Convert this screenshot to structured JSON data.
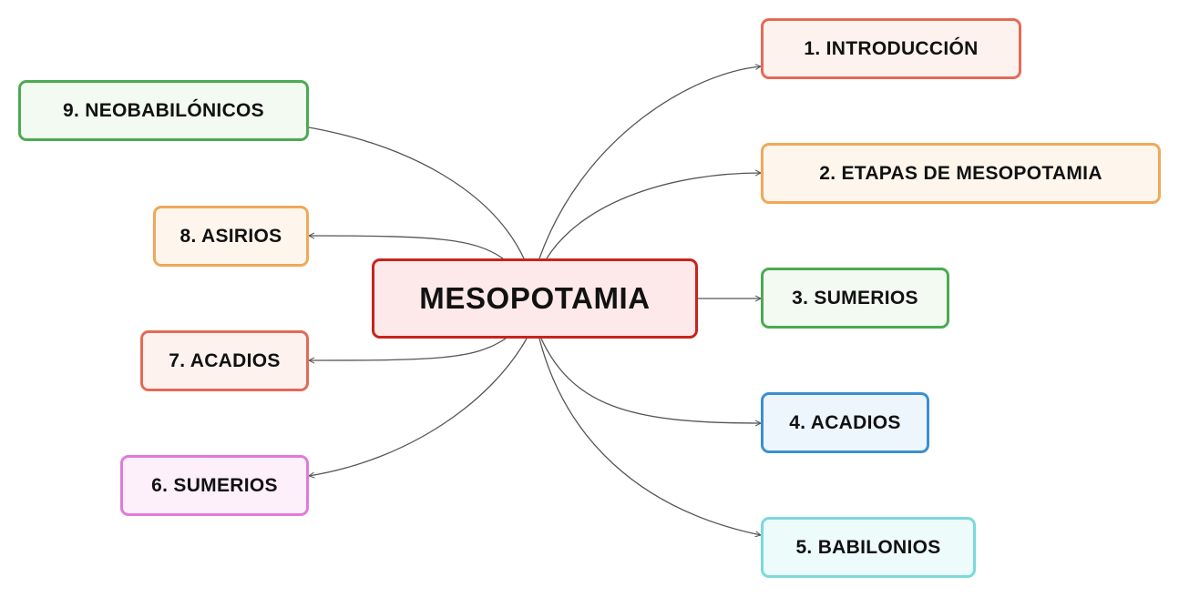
{
  "root": {
    "label": "MESOPOTAMIA",
    "fill": "#fde9e9",
    "border": "#c8231e"
  },
  "topics": [
    {
      "label": "1. INTRODUCCIÓN",
      "fill": "#fef2ee",
      "border": "#e46a57"
    },
    {
      "label": "2. ETAPAS DE MESOPOTAMIA",
      "fill": "#fef6ec",
      "border": "#f0a85a"
    },
    {
      "label": "3. SUMERIOS",
      "fill": "#f2faf1",
      "border": "#4caa52"
    },
    {
      "label": "4. ACADIOS",
      "fill": "#eef6fd",
      "border": "#3b8fd0"
    },
    {
      "label": "5. BABILONIOS",
      "fill": "#eefbfb",
      "border": "#7ad9dc"
    },
    {
      "label": "6. SUMERIOS",
      "fill": "#fdf0fb",
      "border": "#e27ad9"
    },
    {
      "label": "7. ACADIOS",
      "fill": "#fef2ee",
      "border": "#e46a57"
    },
    {
      "label": "8. ASIRIOS",
      "fill": "#fef6ec",
      "border": "#f0a85a"
    },
    {
      "label": "9. NEOBABILÓNICOS",
      "fill": "#f2faf1",
      "border": "#4caa52"
    }
  ],
  "connector_color": "#555555"
}
